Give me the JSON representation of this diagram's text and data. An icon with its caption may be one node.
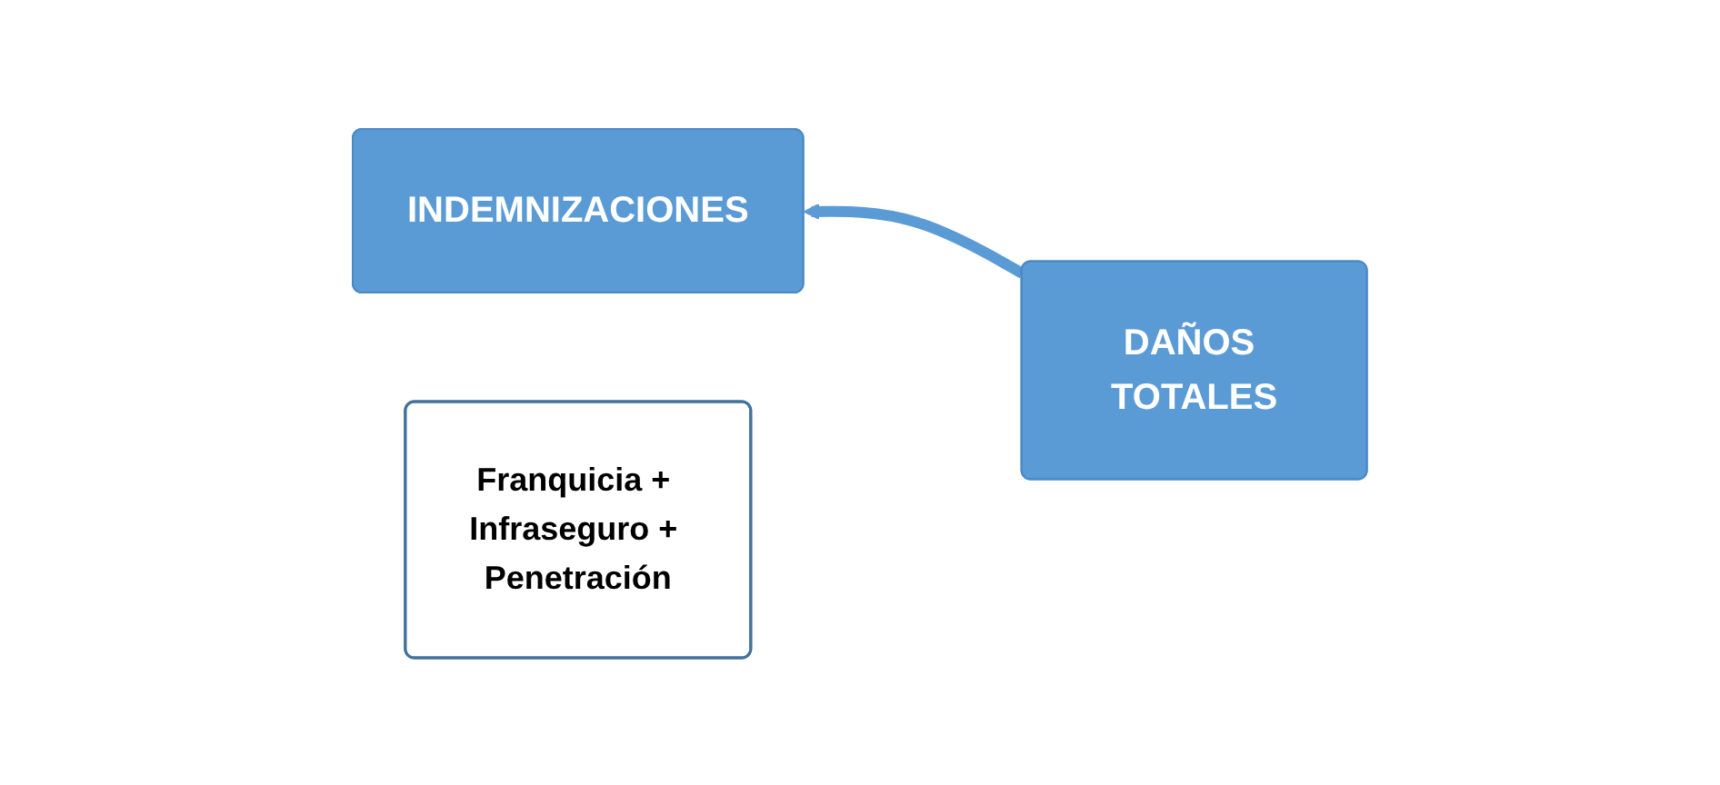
{
  "diagram": {
    "nodes": [
      {
        "text": [
          "INDEMNIZACIONES"
        ]
      },
      {
        "text": [
          "DAÑOS TOTALES"
        ]
      },
      {
        "text": [
          "Franquicia + Infraseguro + Penetración"
        ]
      }
    ],
    "edges": [
      {
        "from": 1,
        "to": 0,
        "arrow": "to"
      }
    ]
  }
}
